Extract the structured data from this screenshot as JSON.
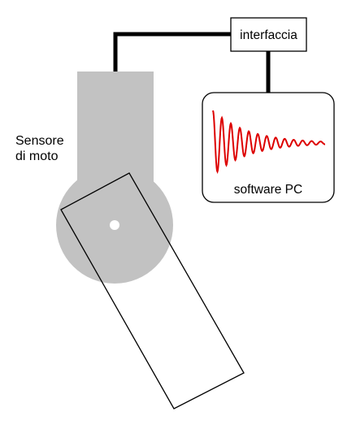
{
  "labels": {
    "sensor_line1": "Sensore",
    "sensor_line2": "di moto",
    "interface": "interfaccia",
    "software": "software PC"
  },
  "colors": {
    "sensor_fill": "#c2c2c2",
    "cable": "#000000",
    "waveform": "#dd0000"
  },
  "waveform": {
    "kind": "damped-oscillation"
  }
}
